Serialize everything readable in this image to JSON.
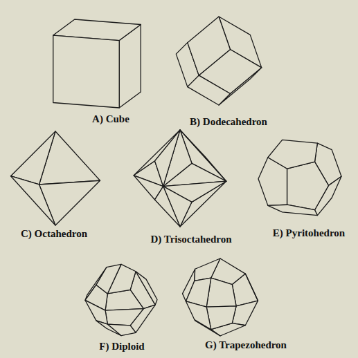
{
  "diagram": {
    "labels": [
      "A) Cube",
      "B) Dodecahedron",
      "C) Octahedron",
      "D) Trisoctahedron",
      "E) Pyritohedron",
      "F) Diploid",
      "G) Trapezohedron"
    ]
  }
}
